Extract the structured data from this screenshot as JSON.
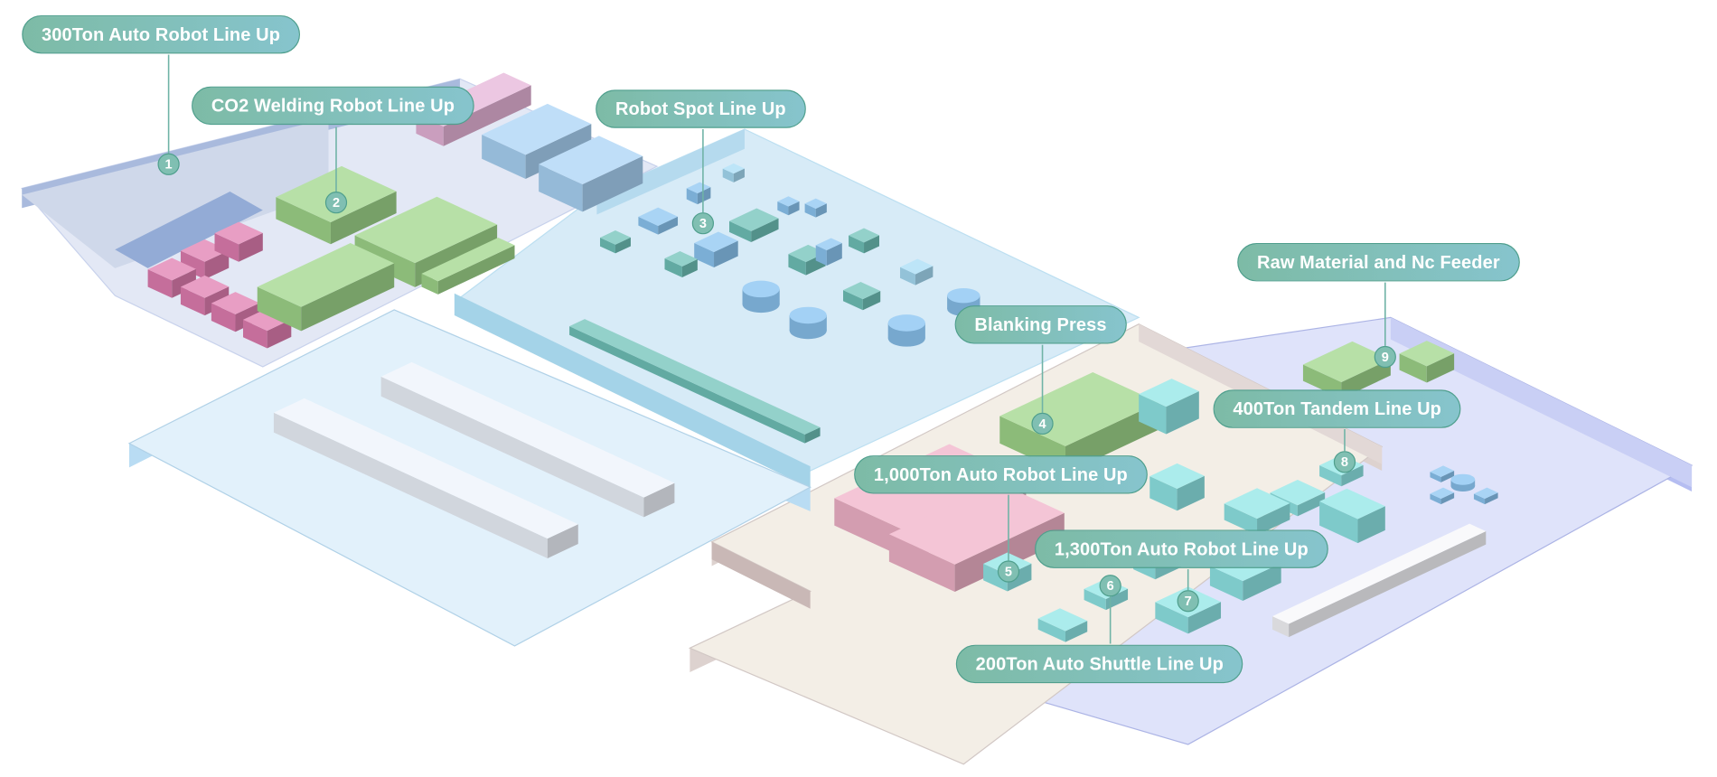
{
  "labels": [
    {
      "number": "1",
      "text": "300Ton Auto Robot Line Up"
    },
    {
      "number": "2",
      "text": "CO2 Welding Robot Line Up"
    },
    {
      "number": "3",
      "text": "Robot Spot Line Up"
    },
    {
      "number": "4",
      "text": "Blanking Press"
    },
    {
      "number": "5",
      "text": "1,000Ton Auto Robot Line Up"
    },
    {
      "number": "6",
      "text": "200Ton Auto Shuttle Line Up"
    },
    {
      "number": "7",
      "text": "1,300Ton Auto Robot Line Up"
    },
    {
      "number": "8",
      "text": "400Ton Tandem Line Up"
    },
    {
      "number": "9",
      "text": "Raw Material and Nc Feeder"
    }
  ],
  "colors": {
    "label_fill_start": "#7dbba6",
    "label_fill_end": "#86c4cd",
    "label_border": "#4f9f8d",
    "zone_lavender": "#c9cff5",
    "zone_light_blue": "#d7ebf7",
    "zone_beige": "#f1ebe4",
    "equipment_green": "#9fd58a",
    "equipment_pink": "#eaa6c8",
    "equipment_blue": "#8cc6f2",
    "equipment_cyan": "#8fe6e6",
    "equipment_teal": "#6fc1b8"
  }
}
